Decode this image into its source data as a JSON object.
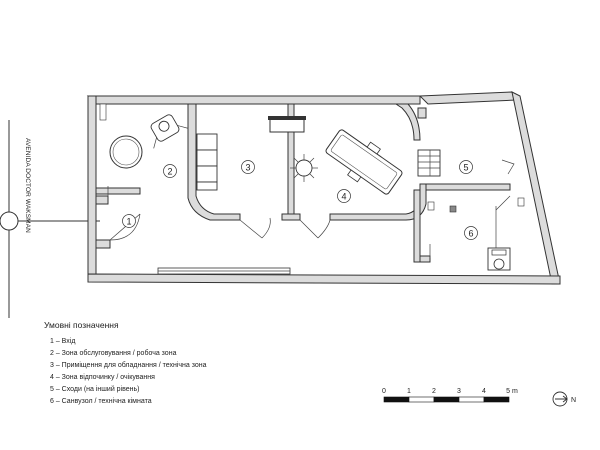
{
  "street": {
    "name": "AVENIDA DOCTOR WAKSMAN"
  },
  "rooms": [
    {
      "number": "1"
    },
    {
      "number": "2"
    },
    {
      "number": "3"
    },
    {
      "number": "4"
    },
    {
      "number": "5"
    },
    {
      "number": "6"
    }
  ],
  "legend": {
    "title": "Умовні позначення",
    "items": [
      "1 – Вхід",
      "2 – Зона обслуговування / робоча зона",
      "3 – Приміщення для обладнання / технічна зона",
      "4 – Зона відпочинку / очікування",
      "5 – Сходи (на інший рівень)",
      "6 – Санвузол / технічна кімната"
    ]
  },
  "scale": {
    "labels": [
      "0",
      "1",
      "2",
      "3",
      "4",
      "5 m"
    ]
  },
  "north": {
    "label": "N"
  }
}
